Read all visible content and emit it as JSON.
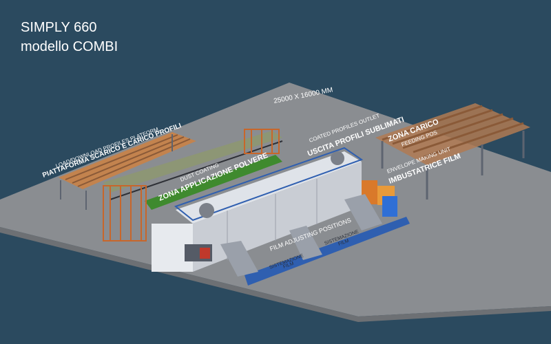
{
  "title": {
    "line1": "SIMPLY 660",
    "line2": "modello COMBI"
  },
  "dimensions": "25000 X 16000 MM",
  "labels": {
    "load_platform_en": "LOAD/DOWNLOAD PROFILES PLATFORM",
    "load_platform_it": "PIATTAFORMA SCARICO E CARICO PROFILI",
    "dust_coating_en": "DUST COATING",
    "dust_coating_it": "ZONA APPLICAZIONE POLVERE",
    "outlet_en": "COATED PROFILES OUTLET",
    "outlet_it": "USCITA PROFILI SUBLIMATI",
    "loading_it": "ZONA CARICO",
    "loading_en": "FEEDING POS",
    "envelope_en": "ENVELOPE MAKING UNIT",
    "envelope_it": "IMBUSTATRICE FILM",
    "film_adjust_en": "FILM ADJUSTING POSITIONS",
    "film_adjust_it_1a": "SISTEMAZIONE",
    "film_adjust_it_1b": "FILM",
    "film_adjust_it_2a": "SISTEMAZIONE",
    "film_adjust_it_2b": "FILM"
  },
  "colors": {
    "background": "#2b4a5f",
    "floor": "#8a8d91",
    "oven": "#d9dde3",
    "coating_green": "#3f8a2e",
    "frame_orange": "#c8662a",
    "feed_blue": "#2f5fb0"
  }
}
